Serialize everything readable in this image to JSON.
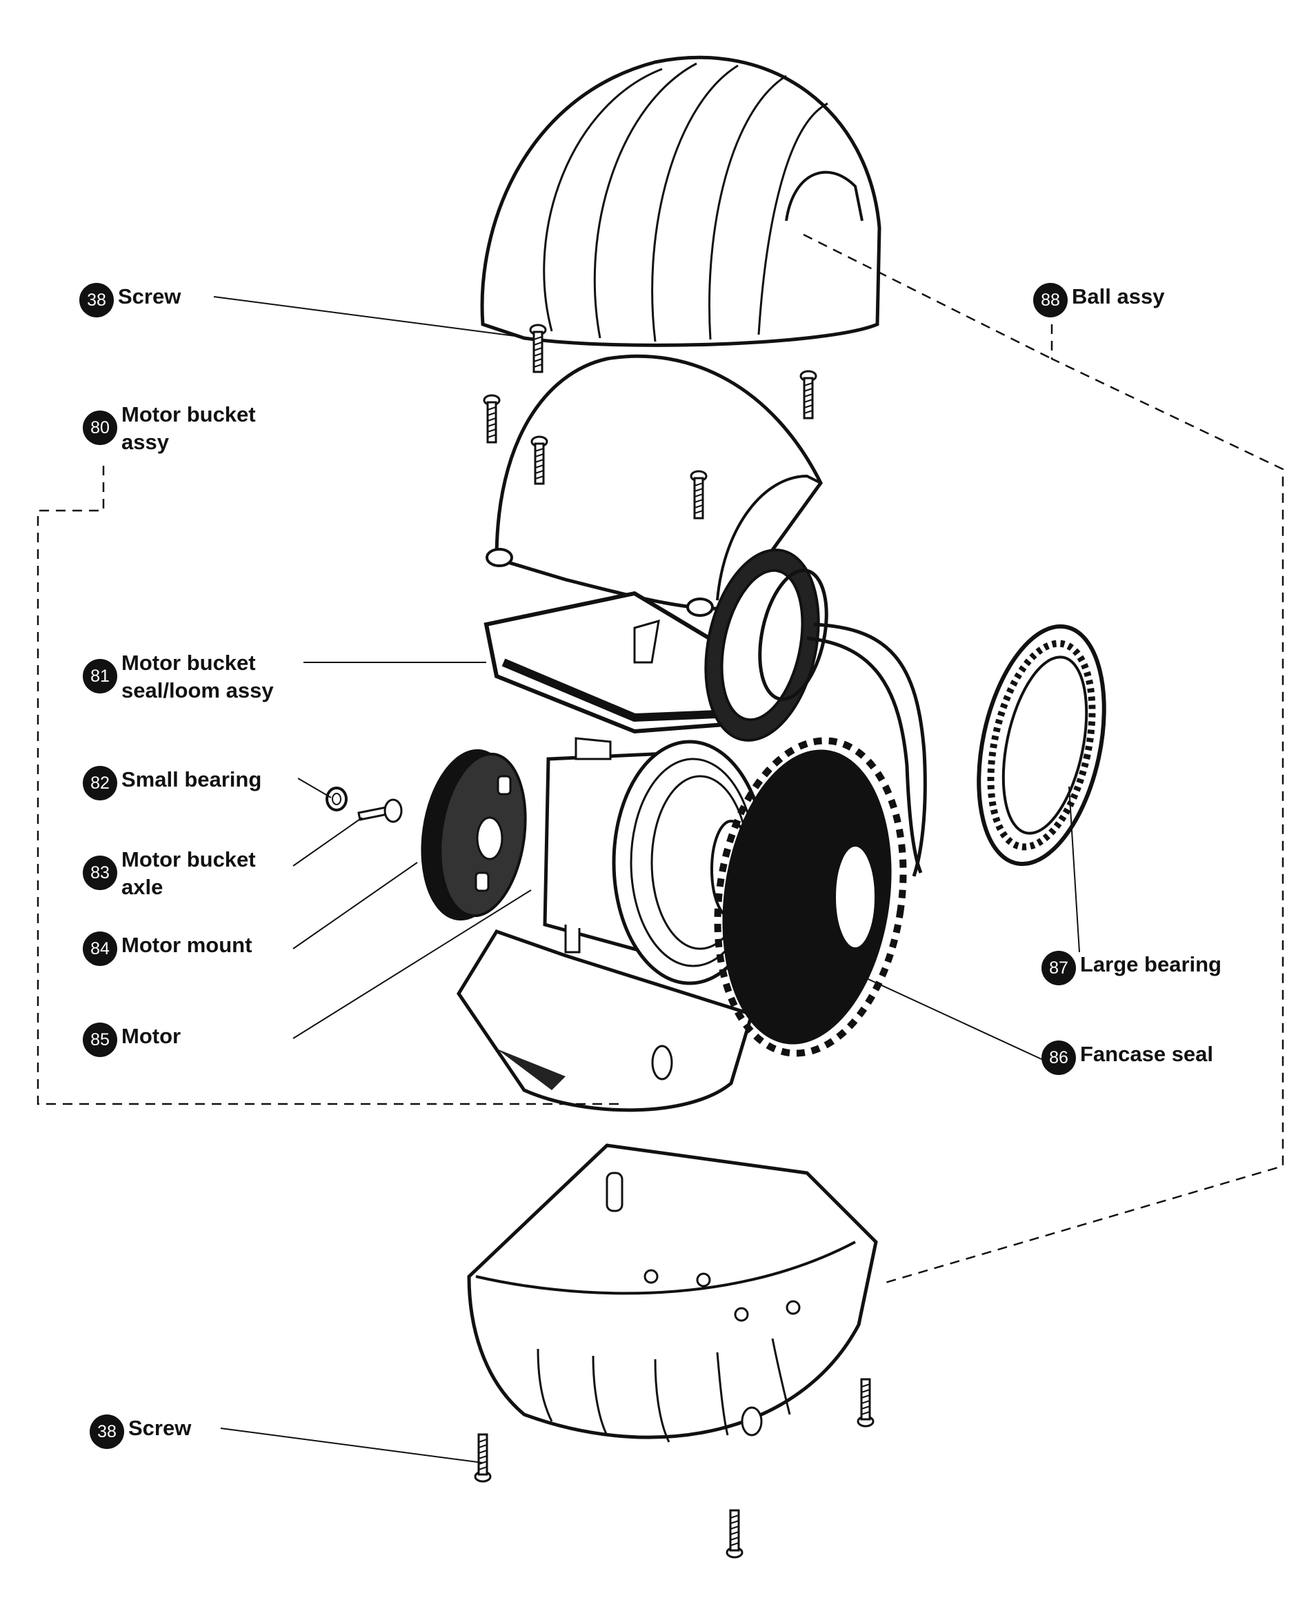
{
  "parts": [
    {
      "id": "screw-top",
      "number": "38",
      "name": "Screw"
    },
    {
      "id": "ball-assy",
      "number": "88",
      "name": "Ball assy"
    },
    {
      "id": "motor-bucket-assy",
      "number": "80",
      "name": "Motor bucket assy"
    },
    {
      "id": "seal-loom",
      "number": "81",
      "name": "Motor bucket seal/loom assy"
    },
    {
      "id": "small-bearing",
      "number": "82",
      "name": "Small bearing"
    },
    {
      "id": "axle",
      "number": "83",
      "name": "Motor bucket axle"
    },
    {
      "id": "motor-mount",
      "number": "84",
      "name": "Motor mount"
    },
    {
      "id": "motor",
      "number": "85",
      "name": "Motor"
    },
    {
      "id": "fancase-seal",
      "number": "86",
      "name": "Fancase seal"
    },
    {
      "id": "large-bearing",
      "number": "87",
      "name": "Large bearing"
    },
    {
      "id": "screw-bottom",
      "number": "38",
      "name": "Screw"
    }
  ],
  "labels": {
    "screw_top": {
      "number": "38",
      "line1": "Screw"
    },
    "ball_assy": {
      "number": "88",
      "line1": "Ball assy"
    },
    "motor_bucket_assy": {
      "number": "80",
      "line1": "Motor bucket",
      "line2": "assy"
    },
    "seal_loom": {
      "number": "81",
      "line1": "Motor bucket",
      "line2": "seal/loom assy"
    },
    "small_bearing": {
      "number": "82",
      "line1": "Small bearing"
    },
    "axle": {
      "number": "83",
      "line1": "Motor bucket",
      "line2": "axle"
    },
    "motor_mount": {
      "number": "84",
      "line1": "Motor mount"
    },
    "motor": {
      "number": "85",
      "line1": "Motor"
    },
    "fancase_seal": {
      "number": "86",
      "line1": "Fancase seal"
    },
    "large_bearing": {
      "number": "87",
      "line1": "Large bearing"
    },
    "screw_bottom": {
      "number": "38",
      "line1": "Screw"
    }
  }
}
